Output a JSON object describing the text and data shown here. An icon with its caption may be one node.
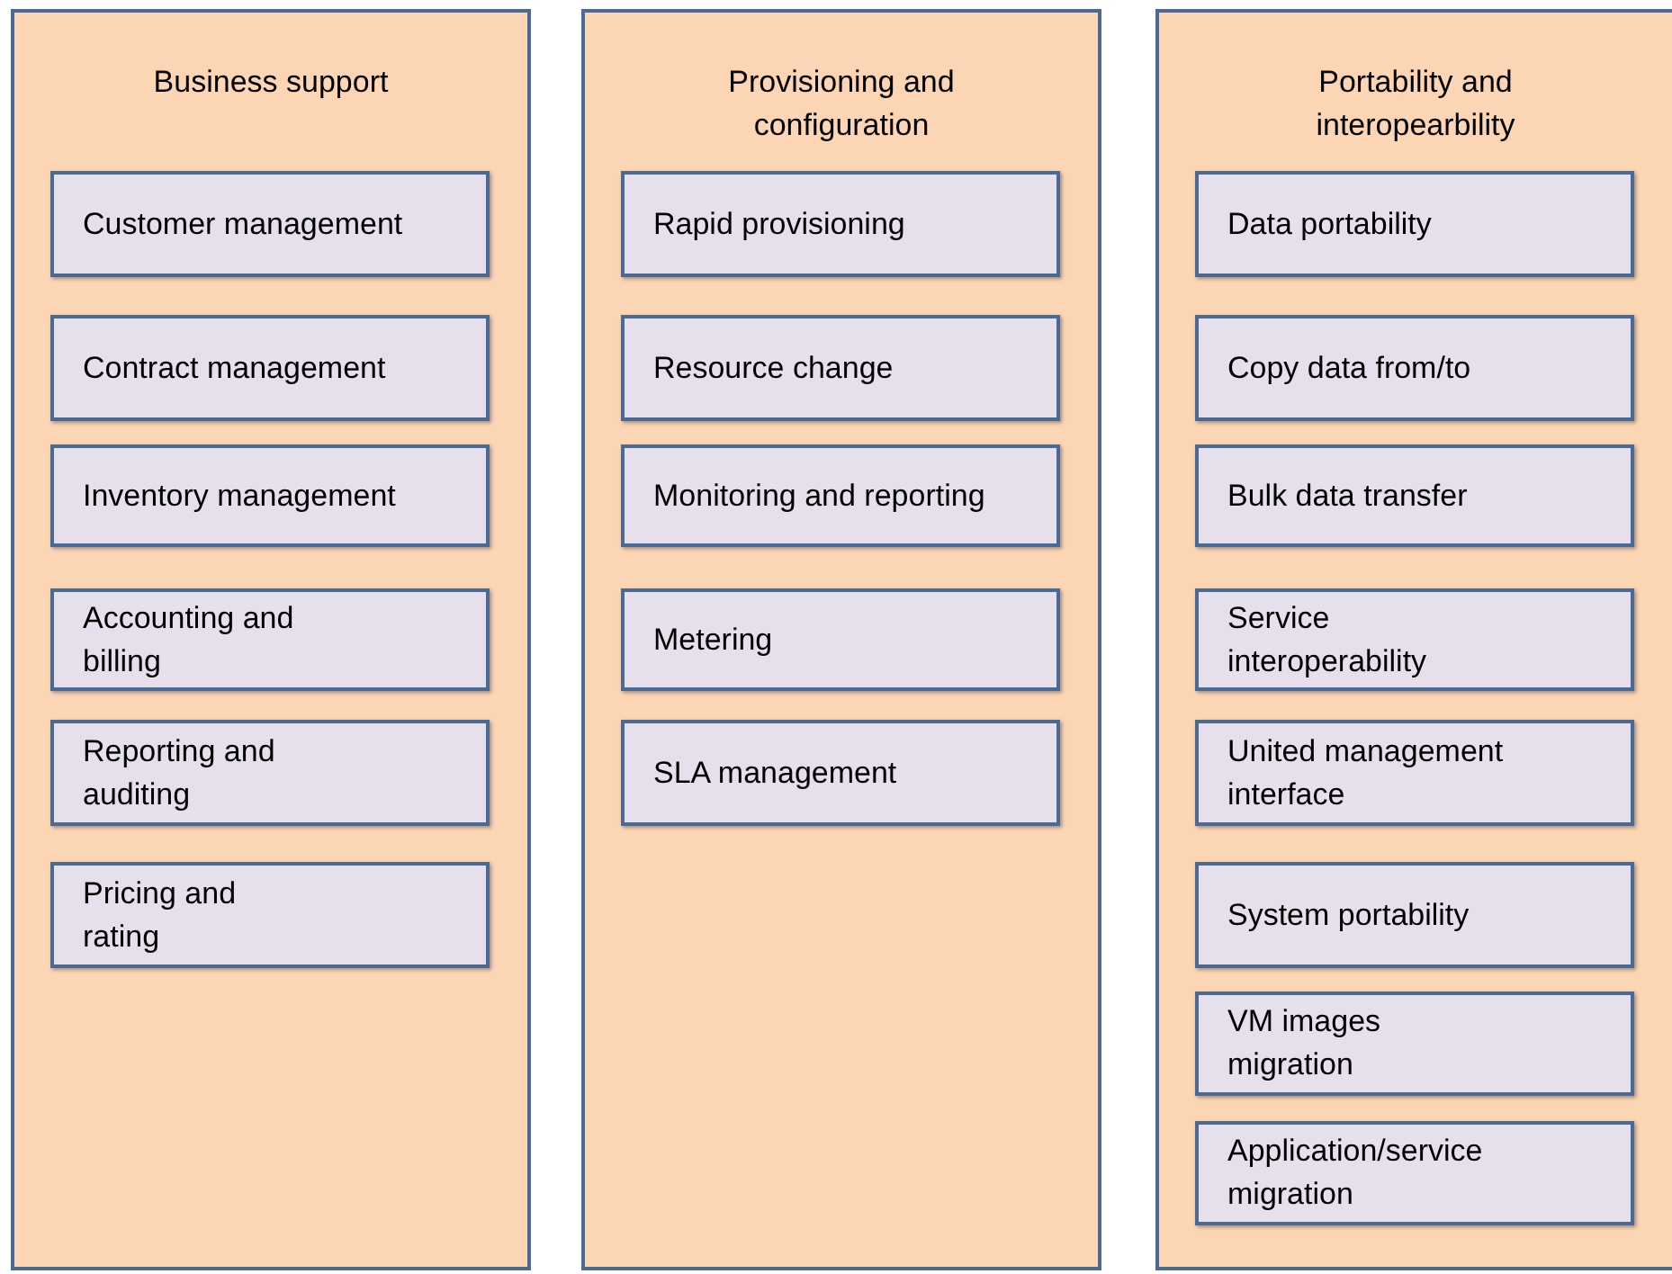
{
  "diagram": {
    "nodes": [
      {
        "text": [
          "Business support"
        ]
      },
      {
        "text": [
          "Customer management"
        ],
        "in": 0
      },
      {
        "text": [
          "Contract management"
        ],
        "in": 0
      },
      {
        "text": [
          "Inventory management"
        ],
        "in": 0
      },
      {
        "text": [
          "Accounting and billing"
        ],
        "in": 0
      },
      {
        "text": [
          "Reporting and auditing"
        ],
        "in": 0
      },
      {
        "text": [
          "Pricing and rating"
        ],
        "in": 0
      },
      {
        "text": [
          "Provisioning and configuration"
        ]
      },
      {
        "text": [
          "Rapid provisioning"
        ],
        "in": 7
      },
      {
        "text": [
          "Resource change"
        ],
        "in": 7
      },
      {
        "text": [
          "Monitoring and reporting"
        ],
        "in": 7
      },
      {
        "text": [
          "Metering"
        ],
        "in": 7
      },
      {
        "text": [
          "SLA management"
        ],
        "in": 7
      },
      {
        "text": [
          "Portability and interopearbility"
        ]
      },
      {
        "text": [
          "Data portability"
        ],
        "in": 13
      },
      {
        "text": [
          "Copy data from/to"
        ],
        "in": 13
      },
      {
        "text": [
          "Bulk data transfer"
        ],
        "in": 13
      },
      {
        "text": [
          "Service interoperability"
        ],
        "in": 13
      },
      {
        "text": [
          "United management interface"
        ],
        "in": 13
      },
      {
        "text": [
          "System portability"
        ],
        "in": 13
      },
      {
        "text": [
          "VM images migration"
        ],
        "in": 13
      },
      {
        "text": [
          "Application/service migration"
        ],
        "in": 13
      }
    ],
    "edges": []
  }
}
